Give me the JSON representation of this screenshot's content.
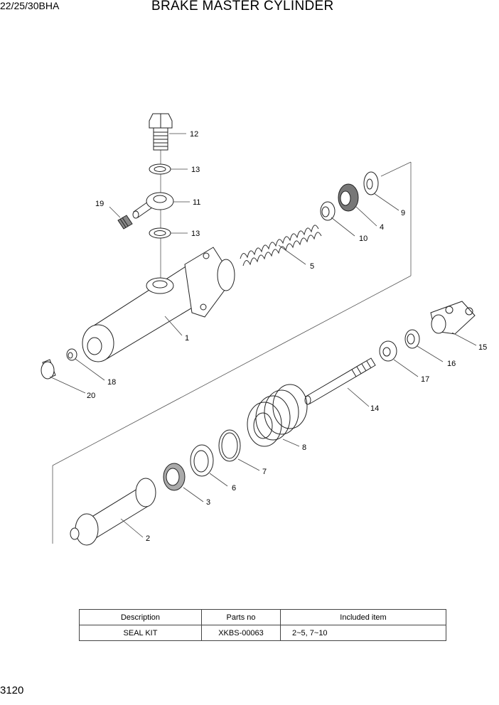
{
  "header": {
    "model": "22/25/30BHA",
    "title": "BRAKE MASTER CYLINDER"
  },
  "page_number": "3120",
  "callouts": {
    "c1": "1",
    "c2": "2",
    "c3": "3",
    "c4": "4",
    "c5": "5",
    "c6": "6",
    "c7": "7",
    "c8": "8",
    "c9": "9",
    "c10": "10",
    "c11": "11",
    "c12": "12",
    "c13a": "13",
    "c13b": "13",
    "c14": "14",
    "c15": "15",
    "c16": "16",
    "c17": "17",
    "c18": "18",
    "c19": "19",
    "c20": "20"
  },
  "kit_table": {
    "headers": [
      "Description",
      "Parts no",
      "Included item"
    ],
    "rows": [
      [
        "SEAL KIT",
        "XKBS-00063",
        "2~5, 7~10"
      ]
    ]
  }
}
